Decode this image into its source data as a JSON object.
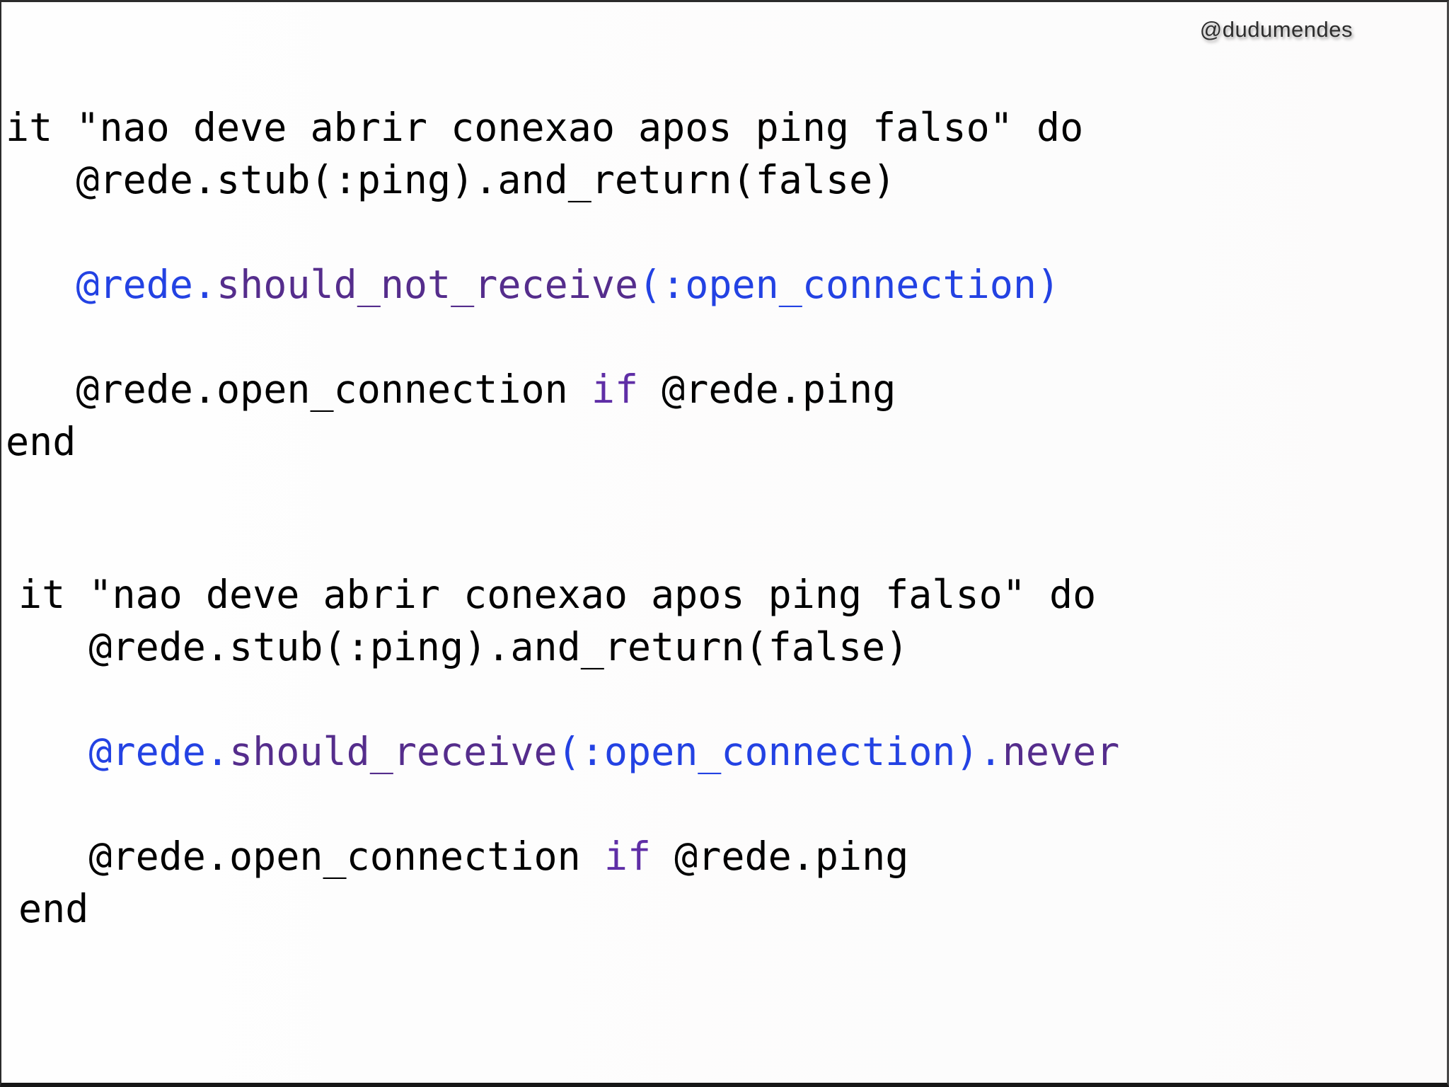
{
  "slide": {
    "watermark": "@dudumendes"
  },
  "colors": {
    "default": "#000000",
    "blue": "#2342E3",
    "method": "#552D8C",
    "keyword": "#5F2EA6"
  },
  "code_blocks": [
    {
      "id": "example-should-not-receive",
      "lines": [
        {
          "segments": [
            {
              "text": "it \"nao deve abrir conexao apos ping falso\" do",
              "color": "default"
            }
          ]
        },
        {
          "segments": [
            {
              "text": "   @rede.stub(:ping).and_return(false)",
              "color": "default"
            }
          ]
        },
        {
          "segments": []
        },
        {
          "segments": [
            {
              "text": "   ",
              "color": "default"
            },
            {
              "text": "@rede.",
              "color": "blue"
            },
            {
              "text": "should_not_receive",
              "color": "method"
            },
            {
              "text": "(:open_connection)",
              "color": "blue"
            }
          ]
        },
        {
          "segments": []
        },
        {
          "segments": [
            {
              "text": "   @rede.open_connection ",
              "color": "default"
            },
            {
              "text": "if",
              "color": "keyword"
            },
            {
              "text": " @rede.ping",
              "color": "default"
            }
          ]
        },
        {
          "segments": [
            {
              "text": "end",
              "color": "default"
            }
          ]
        }
      ]
    },
    {
      "id": "example-should-receive-never",
      "lines": [
        {
          "segments": [
            {
              "text": "it \"nao deve abrir conexao apos ping falso\" do",
              "color": "default"
            }
          ]
        },
        {
          "segments": [
            {
              "text": "   @rede.stub(:ping).and_return(false)",
              "color": "default"
            }
          ]
        },
        {
          "segments": []
        },
        {
          "segments": [
            {
              "text": "   ",
              "color": "default"
            },
            {
              "text": "@rede.",
              "color": "blue"
            },
            {
              "text": "should_receive",
              "color": "method"
            },
            {
              "text": "(:open_connection).",
              "color": "blue"
            },
            {
              "text": "never",
              "color": "method"
            }
          ]
        },
        {
          "segments": []
        },
        {
          "segments": [
            {
              "text": "   @rede.open_connection ",
              "color": "default"
            },
            {
              "text": "if",
              "color": "keyword"
            },
            {
              "text": " @rede.ping",
              "color": "default"
            }
          ]
        },
        {
          "segments": [
            {
              "text": "end",
              "color": "default"
            }
          ]
        }
      ]
    }
  ]
}
